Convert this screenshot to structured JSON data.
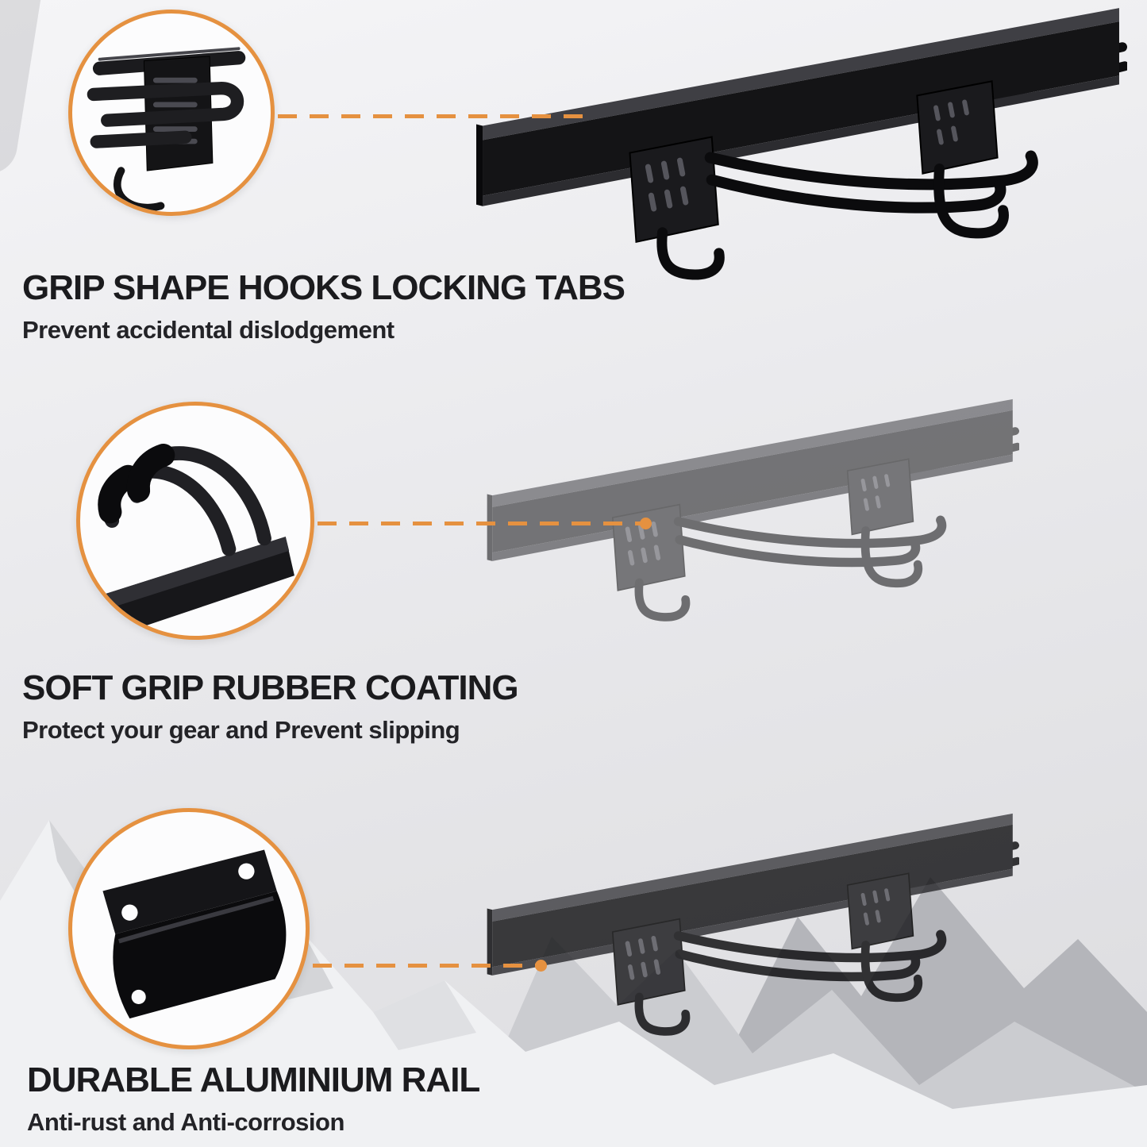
{
  "accent_color": "#e59140",
  "background_color": "#e9e9ec",
  "images": {
    "product_photo": "wall-mounted-rail-with-hooks-photo",
    "background_photo": "snowy-mountains-photo"
  },
  "sections": [
    {
      "title": "GRIP SHAPE HOOKS LOCKING TABS",
      "subtitle": "Prevent accidental dislodgement",
      "callout_icon": "hook-locking-tab-closeup-icon"
    },
    {
      "title": "SOFT GRIP RUBBER COATING",
      "subtitle": "Protect your gear and Prevent slipping",
      "callout_icon": "rubber-coated-hook-closeup-icon"
    },
    {
      "title": "DURABLE ALUMINIUM RAIL",
      "subtitle": "Anti-rust and Anti-corrosion",
      "callout_icon": "aluminium-rail-profile-closeup-icon"
    }
  ]
}
